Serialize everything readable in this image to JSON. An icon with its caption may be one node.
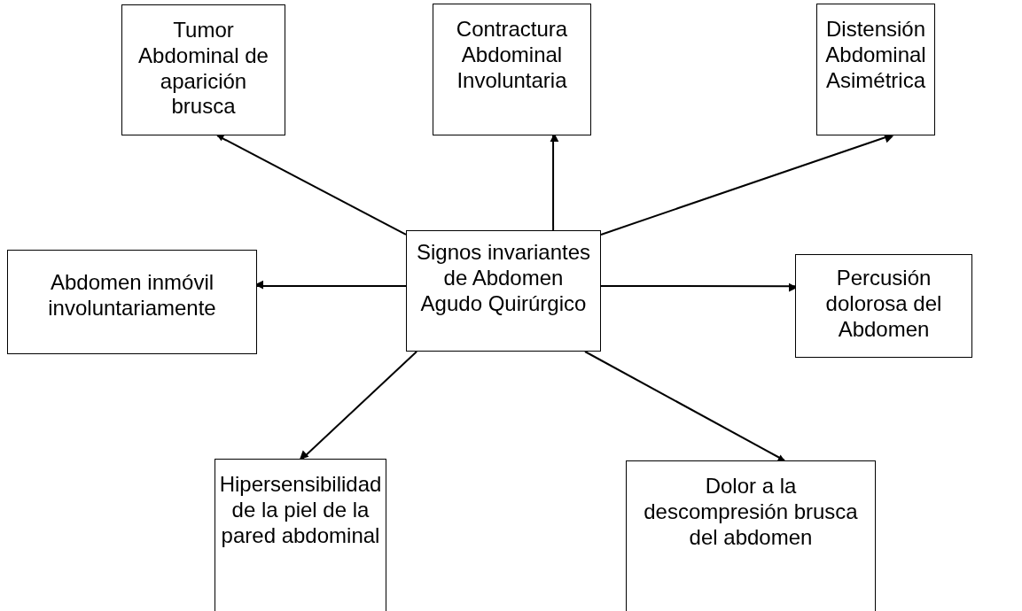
{
  "diagram": {
    "nodes": [
      {
        "text": [
          "Signos invariantes de Abdomen Agudo Quirúrgico"
        ]
      },
      {
        "text": [
          "Tumor Abdominal de aparición brusca"
        ]
      },
      {
        "text": [
          "Contractura Abdominal Involuntaria"
        ]
      },
      {
        "text": [
          "Distensión Abdominal Asimétrica"
        ]
      },
      {
        "text": [
          "Abdomen inmóvil involuntariamente"
        ]
      },
      {
        "text": [
          "Percusión dolorosa del Abdomen"
        ]
      },
      {
        "text": [
          "Hipersensibilidad de la piel de la pared abdominal"
        ]
      },
      {
        "text": [
          "Dolor a la descompresión brusca del abdomen"
        ]
      }
    ],
    "edges": [
      {
        "from": 0,
        "to": 1,
        "arrow": "to"
      },
      {
        "from": 0,
        "to": 2,
        "arrow": "to"
      },
      {
        "from": 0,
        "to": 3,
        "arrow": "to"
      },
      {
        "from": 0,
        "to": 4,
        "arrow": "to"
      },
      {
        "from": 0,
        "to": 5,
        "arrow": "to"
      },
      {
        "from": 0,
        "to": 6,
        "arrow": "to"
      },
      {
        "from": 0,
        "to": 7,
        "arrow": "to"
      }
    ]
  }
}
